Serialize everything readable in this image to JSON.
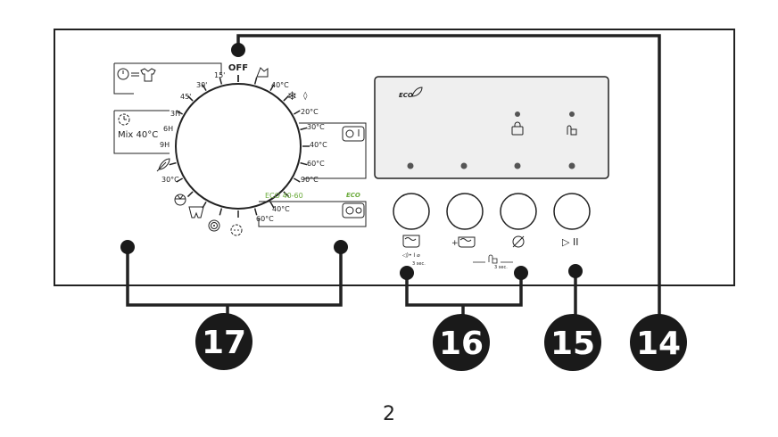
{
  "dial": {
    "off_label": "OFF",
    "left_labels": {
      "m45": "45'",
      "m30": "30'",
      "m15": "15'",
      "h3": "3H",
      "h6": "6H",
      "h9": "9H",
      "c30": "30°C"
    },
    "mix_label": "Mix 40°C",
    "right_labels": {
      "t40a": "40°C",
      "t20": "20°C",
      "t30": "30°C",
      "t40b": "40°C",
      "t60": "60°C",
      "t90": "90°C",
      "eco": "ECO 40-60",
      "eco_icon": "ECO",
      "t40c": "40°C",
      "t60b": "60°C"
    }
  },
  "display": {
    "eco_label": "ECO"
  },
  "buttons": {
    "b1_hint": "3 sec.",
    "b1_icon_text": "◁)• I ⌀",
    "b2_icon_text": "+",
    "combo_hint": "3 sec.",
    "b4_icon_text": "▷ II"
  },
  "callouts": {
    "c14": "14",
    "c15": "15",
    "c16": "16",
    "c17": "17"
  },
  "page_number": "2",
  "colors": {
    "line": "#222222",
    "eco_green": "#6aaa3a",
    "display_bg": "#efefef",
    "callout_bg": "#1a1a1a"
  }
}
